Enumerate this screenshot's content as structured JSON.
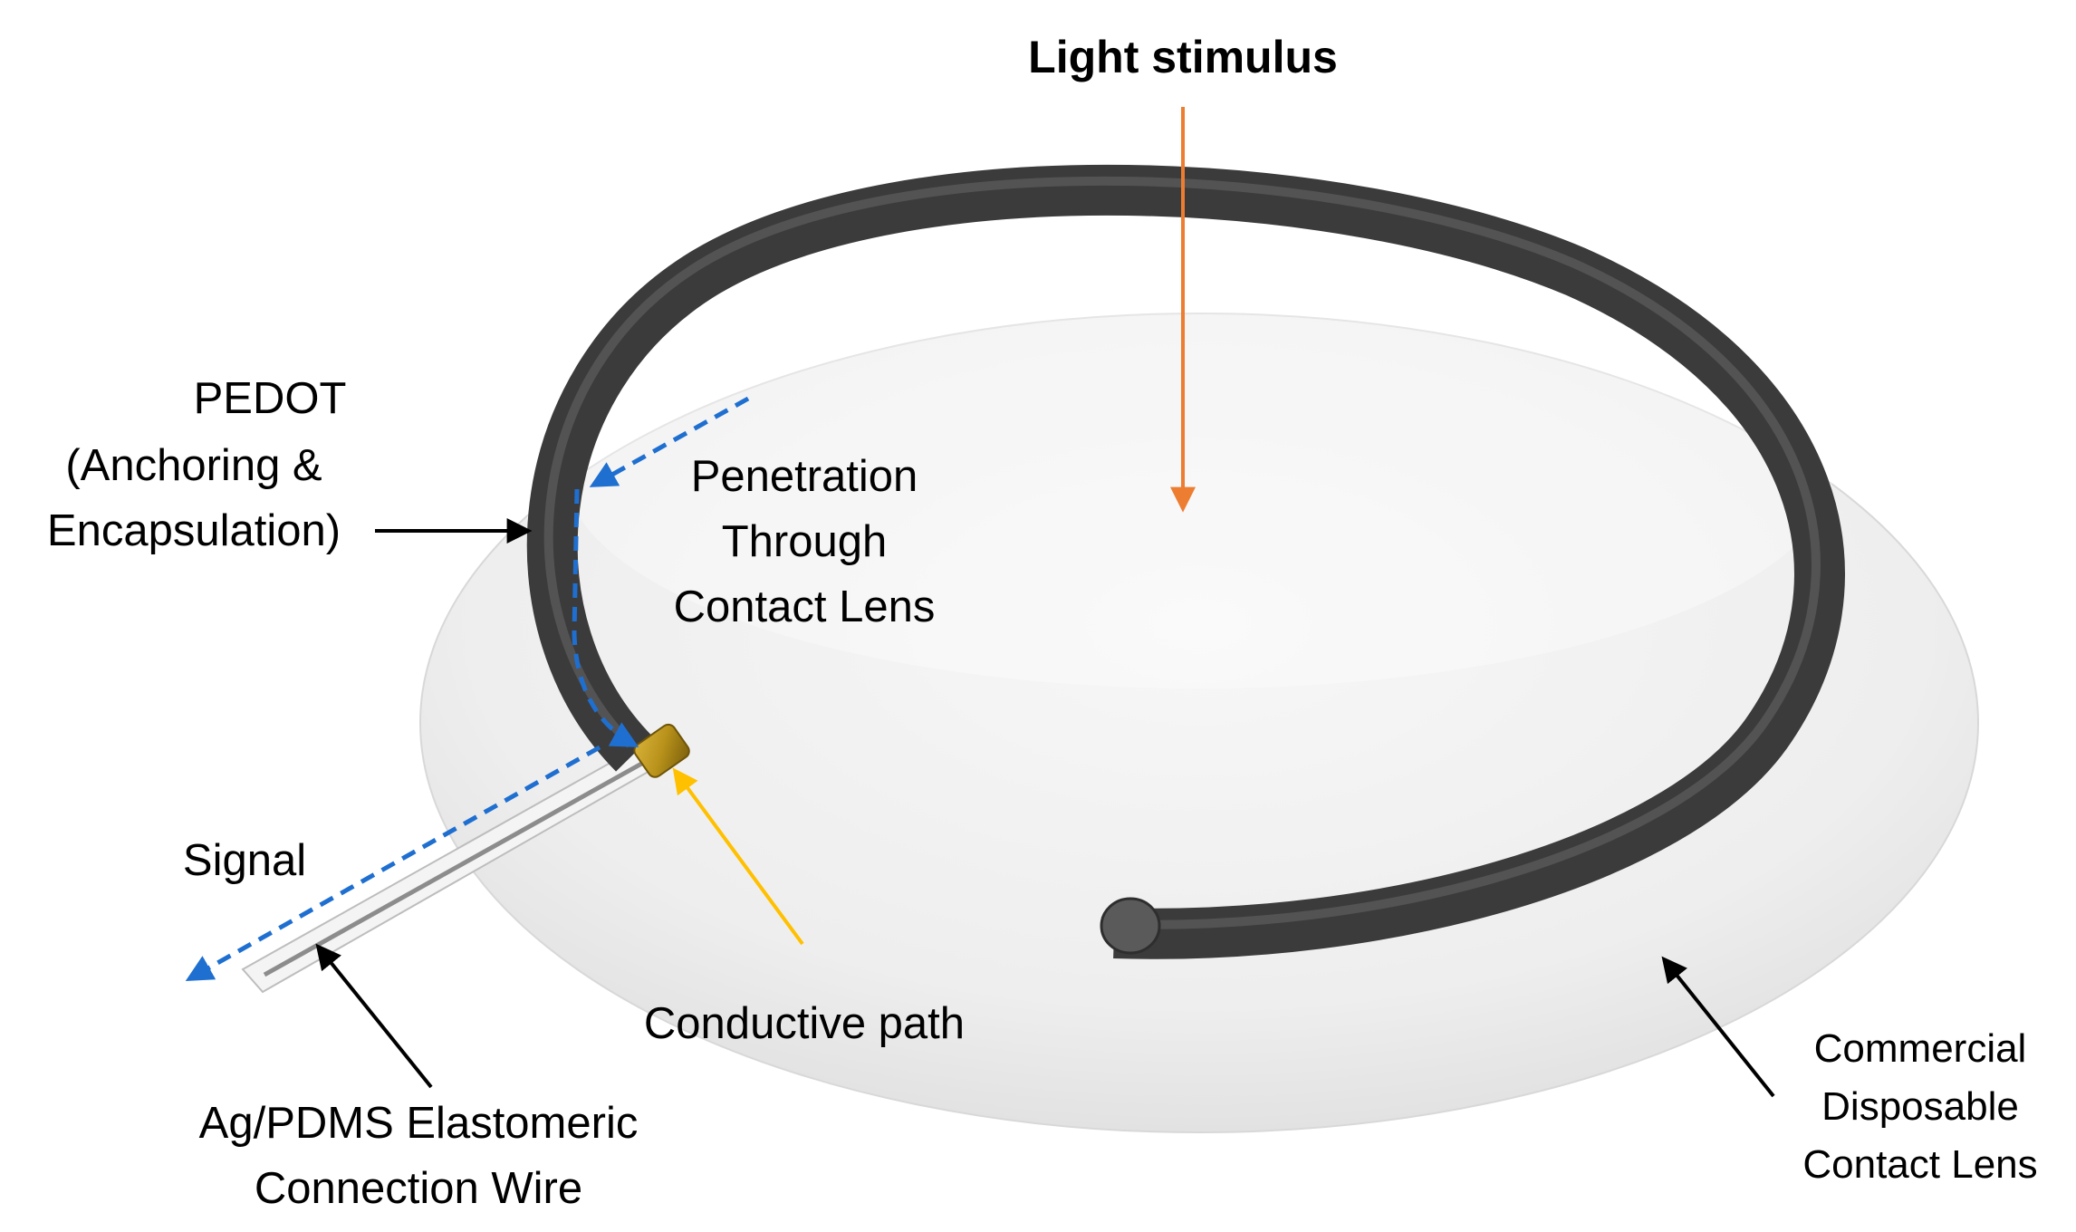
{
  "labels": {
    "light_stimulus": "Light stimulus",
    "pedot": [
      "PEDOT",
      "(Anchoring &",
      "Encapsulation)"
    ],
    "penetration": [
      "Penetration",
      "Through",
      "Contact Lens"
    ],
    "signal": "Signal",
    "conductive_path": "Conductive path",
    "wire": [
      "Ag/PDMS Elastomeric",
      "Connection Wire"
    ],
    "lens": [
      "Commercial",
      "Disposable",
      "Contact Lens"
    ]
  },
  "colors": {
    "light_stimulus_text": "#f5b400",
    "light_arrow": "#ed7d31",
    "signal_text": "#ff0000",
    "conductive_arrow": "#ffc000",
    "dashed_path": "#1f6fd0",
    "ring": "#3b3b3b",
    "connector": "#b8921a",
    "label_arrow": "#000000"
  }
}
